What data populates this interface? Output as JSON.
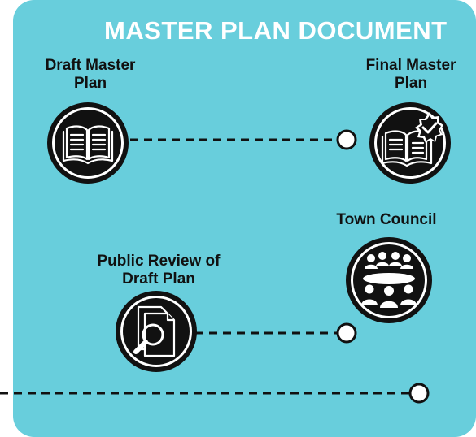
{
  "title": "MASTER PLAN DOCUMENT",
  "colors": {
    "panel": "#68cedc",
    "title": "#ffffff",
    "icon_fill": "#111111",
    "icon_ring": "#ffffff",
    "connector": "#111111"
  },
  "steps": [
    {
      "id": "draft",
      "label_line1": "Draft Master",
      "label_line2": "Plan",
      "icon": "open-book-icon"
    },
    {
      "id": "final",
      "label_line1": "Final Master",
      "label_line2": "Plan",
      "icon": "book-checkmark-icon"
    },
    {
      "id": "council",
      "label_line1": "Town Council",
      "label_line2": "",
      "icon": "people-group-icon"
    },
    {
      "id": "review",
      "label_line1": "Public Review of",
      "label_line2": "Draft Plan",
      "icon": "document-magnifier-icon"
    }
  ],
  "connectors": [
    {
      "from": "draft",
      "to": "final",
      "style": "dashed"
    },
    {
      "from": "review",
      "to": "council",
      "style": "dashed"
    },
    {
      "from": "previous",
      "to": "next",
      "style": "dashed"
    }
  ]
}
